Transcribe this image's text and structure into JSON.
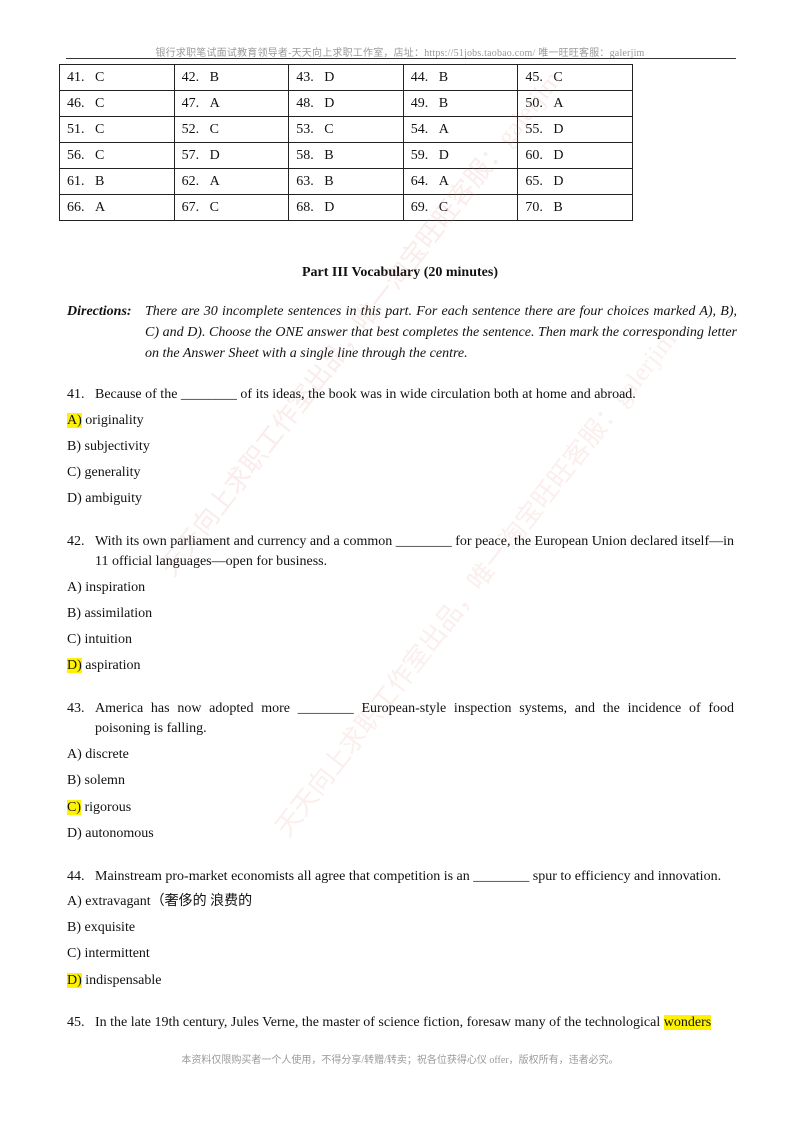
{
  "header": {
    "text": "银行求职笔试面试教育领导者-天天向上求职工作室，店址：https://51jobs.taobao.com/  唯一旺旺客服：galerjim"
  },
  "answer_table": {
    "rows": [
      [
        {
          "num": "41.",
          "ans": "C"
        },
        {
          "num": "42.",
          "ans": "B"
        },
        {
          "num": "43.",
          "ans": "D"
        },
        {
          "num": "44.",
          "ans": "B"
        },
        {
          "num": "45.",
          "ans": "C"
        }
      ],
      [
        {
          "num": "46.",
          "ans": "C"
        },
        {
          "num": "47.",
          "ans": "A"
        },
        {
          "num": "48.",
          "ans": "D"
        },
        {
          "num": "49.",
          "ans": "B"
        },
        {
          "num": "50.",
          "ans": "A"
        }
      ],
      [
        {
          "num": "51.",
          "ans": "C"
        },
        {
          "num": "52.",
          "ans": "C"
        },
        {
          "num": "53.",
          "ans": "C"
        },
        {
          "num": "54.",
          "ans": "A"
        },
        {
          "num": "55.",
          "ans": "D"
        }
      ],
      [
        {
          "num": "56.",
          "ans": "C"
        },
        {
          "num": "57.",
          "ans": "D"
        },
        {
          "num": "58.",
          "ans": "B"
        },
        {
          "num": "59.",
          "ans": "D"
        },
        {
          "num": "60.",
          "ans": "D"
        }
      ],
      [
        {
          "num": "61.",
          "ans": "B"
        },
        {
          "num": "62.",
          "ans": "A"
        },
        {
          "num": "63.",
          "ans": "B"
        },
        {
          "num": "64.",
          "ans": "A"
        },
        {
          "num": "65.",
          "ans": "D"
        }
      ],
      [
        {
          "num": "66.",
          "ans": "A"
        },
        {
          "num": "67.",
          "ans": "C"
        },
        {
          "num": "68.",
          "ans": "D"
        },
        {
          "num": "69.",
          "ans": "C"
        },
        {
          "num": "70.",
          "ans": "B"
        }
      ]
    ]
  },
  "section": {
    "title": "Part III Vocabulary (20 minutes)"
  },
  "directions": {
    "label": "Directions:",
    "text": "There are 30 incomplete sentences in this part. For each sentence there are four choices marked A), B), C) and D). Choose the ONE answer that best completes the sentence. Then mark the corresponding letter on the Answer Sheet with a single line through the centre."
  },
  "questions": [
    {
      "num": "41.",
      "text": "Because of the ________ of its ideas, the book was in wide circulation both at home and abroad.",
      "options": [
        {
          "letter": "A)",
          "text": " originality"
        },
        {
          "letter": "B)",
          "text": " subjectivity"
        },
        {
          "letter": "C)",
          "text": " generality"
        },
        {
          "letter": "D)",
          "text": " ambiguity"
        }
      ]
    },
    {
      "num": "42.",
      "text": "With its own parliament and currency and a common ________ for peace, the European Union declared itself—in 11 official languages—open for business.",
      "options": [
        {
          "letter": "A)",
          "text": " inspiration"
        },
        {
          "letter": "B)",
          "text": " assimilation"
        },
        {
          "letter": "C)",
          "text": " intuition"
        },
        {
          "letter": "D)",
          "text": " aspiration"
        }
      ]
    },
    {
      "num": "43.",
      "text": "America has now adopted more ________ European-style inspection systems, and the incidence of food poisoning is falling.",
      "options": [
        {
          "letter": "A)",
          "text": " discrete"
        },
        {
          "letter": "B)",
          "text": " solemn"
        },
        {
          "letter": "C)",
          "text": " rigorous"
        },
        {
          "letter": "D)",
          "text": " autonomous"
        }
      ]
    },
    {
      "num": "44.",
      "text": "Mainstream pro-market economists all agree that competition is an ________ spur to efficiency and innovation.",
      "options": [
        {
          "letter": "A)",
          "text": " extravagant（奢侈的  浪费的"
        },
        {
          "letter": "B)",
          "text": " exquisite"
        },
        {
          "letter": "C)",
          "text": " intermittent"
        },
        {
          "letter": "D)",
          "text": " indispensable"
        }
      ]
    },
    {
      "num": "45.",
      "text_before": "In the late 19th century, Jules Verne, the master of science fiction, foresaw many of the technological ",
      "text_highlight": "wonders"
    }
  ],
  "watermark": {
    "line1": "天天向上求职工作室出品，唯一淘宝旺旺客服：galerjim",
    "line2": "天天向上求职工作室出品，唯一淘宝旺旺客服：galerjim"
  },
  "footer": {
    "text": "本资料仅限购买者一个人使用，不得分享/转赠/转卖；祝各位获得心仪 offer，版权所有，违者必究。"
  },
  "highlight_color": "#fff200"
}
